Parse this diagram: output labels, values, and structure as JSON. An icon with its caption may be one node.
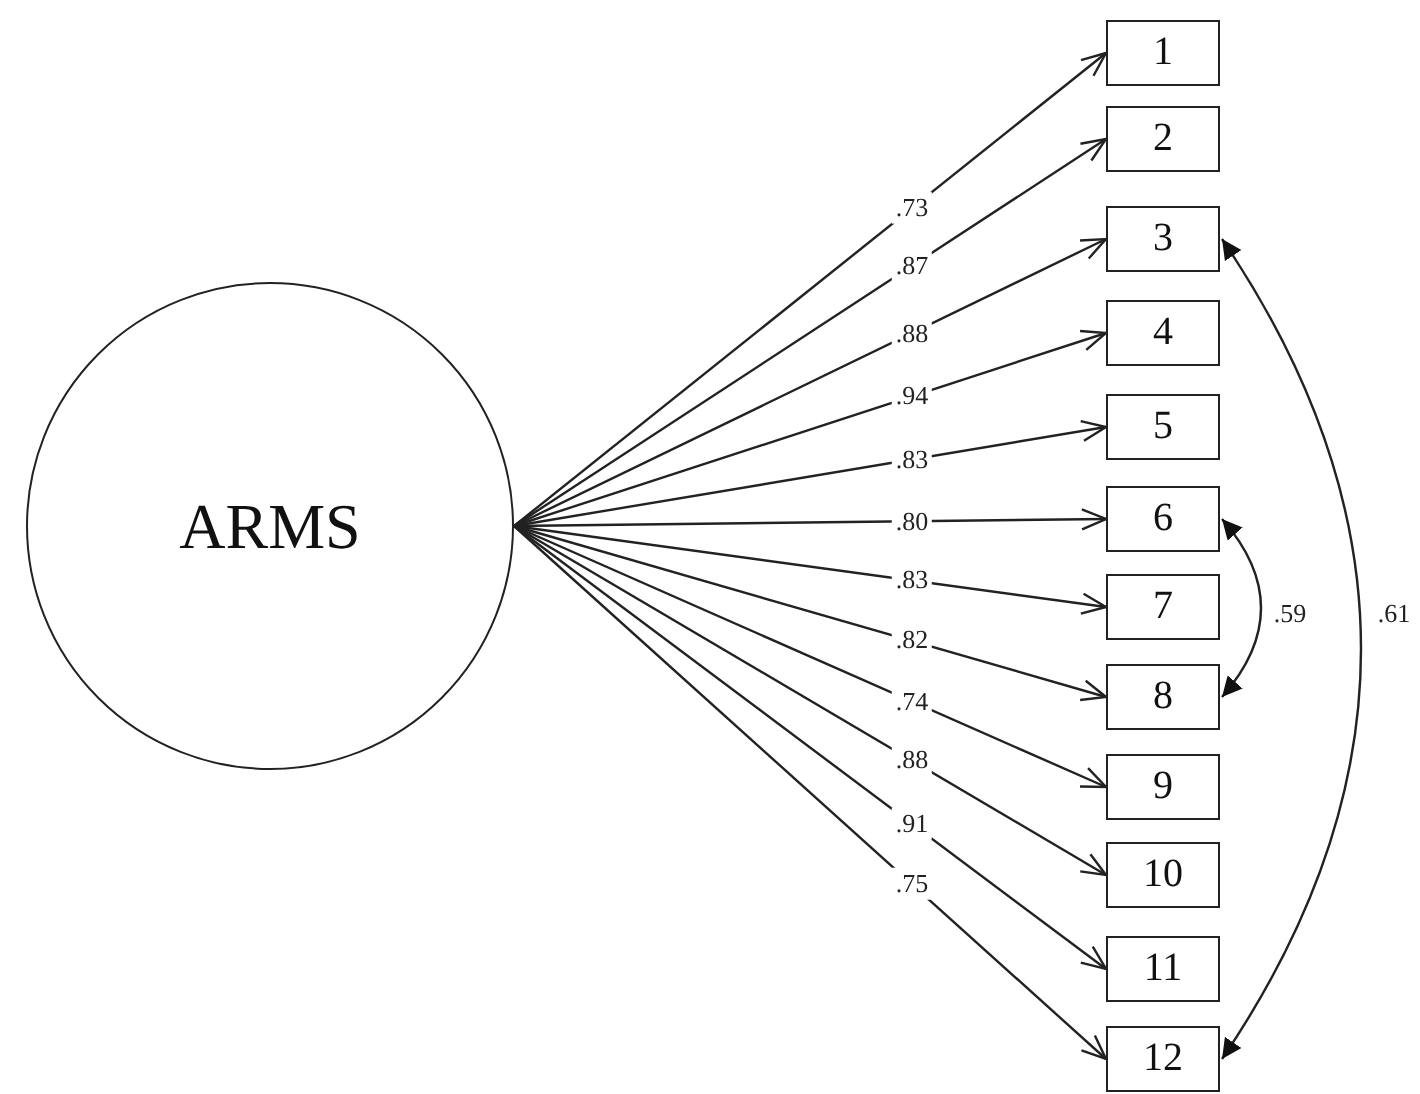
{
  "diagram": {
    "nodes": [
      {
        "text": [
          "ARMS"
        ]
      },
      {
        "text": [
          "1"
        ]
      },
      {
        "text": [
          "2"
        ]
      },
      {
        "text": [
          "3"
        ]
      },
      {
        "text": [
          "4"
        ]
      },
      {
        "text": [
          "5"
        ]
      },
      {
        "text": [
          "6"
        ]
      },
      {
        "text": [
          "7"
        ]
      },
      {
        "text": [
          "8"
        ]
      },
      {
        "text": [
          "9"
        ]
      },
      {
        "text": [
          "10"
        ]
      },
      {
        "text": [
          "11"
        ]
      },
      {
        "text": [
          "12"
        ]
      }
    ],
    "edges": [
      {
        "from": 0,
        "to": 1,
        "arrow": "to",
        "label": ".73"
      },
      {
        "from": 0,
        "to": 2,
        "arrow": "to",
        "label": ".87"
      },
      {
        "from": 0,
        "to": 3,
        "arrow": "to",
        "label": ".88"
      },
      {
        "from": 0,
        "to": 4,
        "arrow": "to",
        "label": ".94"
      },
      {
        "from": 0,
        "to": 5,
        "arrow": "to",
        "label": ".83"
      },
      {
        "from": 0,
        "to": 6,
        "arrow": "to",
        "label": ".80"
      },
      {
        "from": 0,
        "to": 7,
        "arrow": "to",
        "label": ".83"
      },
      {
        "from": 0,
        "to": 8,
        "arrow": "to",
        "label": ".82"
      },
      {
        "from": 0,
        "to": 9,
        "arrow": "to",
        "label": ".74"
      },
      {
        "from": 0,
        "to": 10,
        "arrow": "to",
        "label": ".88"
      },
      {
        "from": 0,
        "to": 11,
        "arrow": "to",
        "label": ".91"
      },
      {
        "from": 0,
        "to": 12,
        "arrow": "to",
        "label": ".75"
      },
      {
        "from": 6,
        "to": 8,
        "arrow": "both",
        "label": ".59"
      },
      {
        "from": 3,
        "to": 12,
        "arrow": "both",
        "label": ".61"
      }
    ]
  }
}
